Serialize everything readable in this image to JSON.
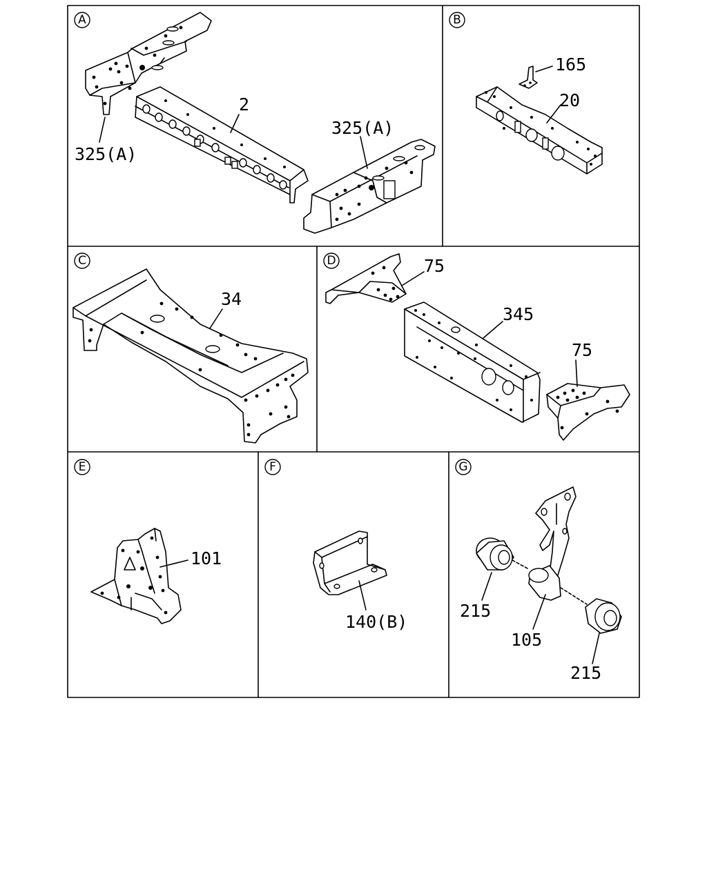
{
  "panels": [
    {
      "id": "A",
      "parts": [
        "325(A)",
        "2",
        "325(A)"
      ]
    },
    {
      "id": "B",
      "parts": [
        "165",
        "20"
      ]
    },
    {
      "id": "C",
      "parts": [
        "34"
      ]
    },
    {
      "id": "D",
      "parts": [
        "75",
        "345",
        "75"
      ]
    },
    {
      "id": "E",
      "parts": [
        "101"
      ]
    },
    {
      "id": "F",
      "parts": [
        "140(B)"
      ]
    },
    {
      "id": "G",
      "parts": [
        "215",
        "105",
        "215"
      ]
    }
  ]
}
